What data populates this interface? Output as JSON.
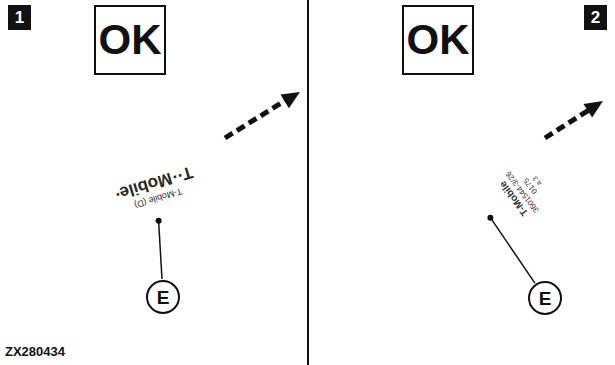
{
  "diagram": {
    "nodes": [
      {
        "text": [
          "1"
        ]
      },
      {
        "text": [
          "OK"
        ]
      },
      {
        "text": [
          "T-Mobile (D)",
          "T··Mobile·"
        ]
      },
      {
        "text": [
          "E"
        ]
      },
      {
        "text": [
          "OK"
        ]
      },
      {
        "text": [
          "2"
        ]
      },
      {
        "text": [
          "T-Mobile",
          "3601544-3/26",
          "0175",
          "a.3"
        ]
      },
      {
        "text": [
          "E"
        ]
      }
    ],
    "edges": [
      {
        "from": 3,
        "to": 2,
        "arrow": "none"
      },
      {
        "from": 7,
        "to": 6,
        "arrow": "none"
      }
    ],
    "labels": [
      "ZX280434"
    ]
  }
}
